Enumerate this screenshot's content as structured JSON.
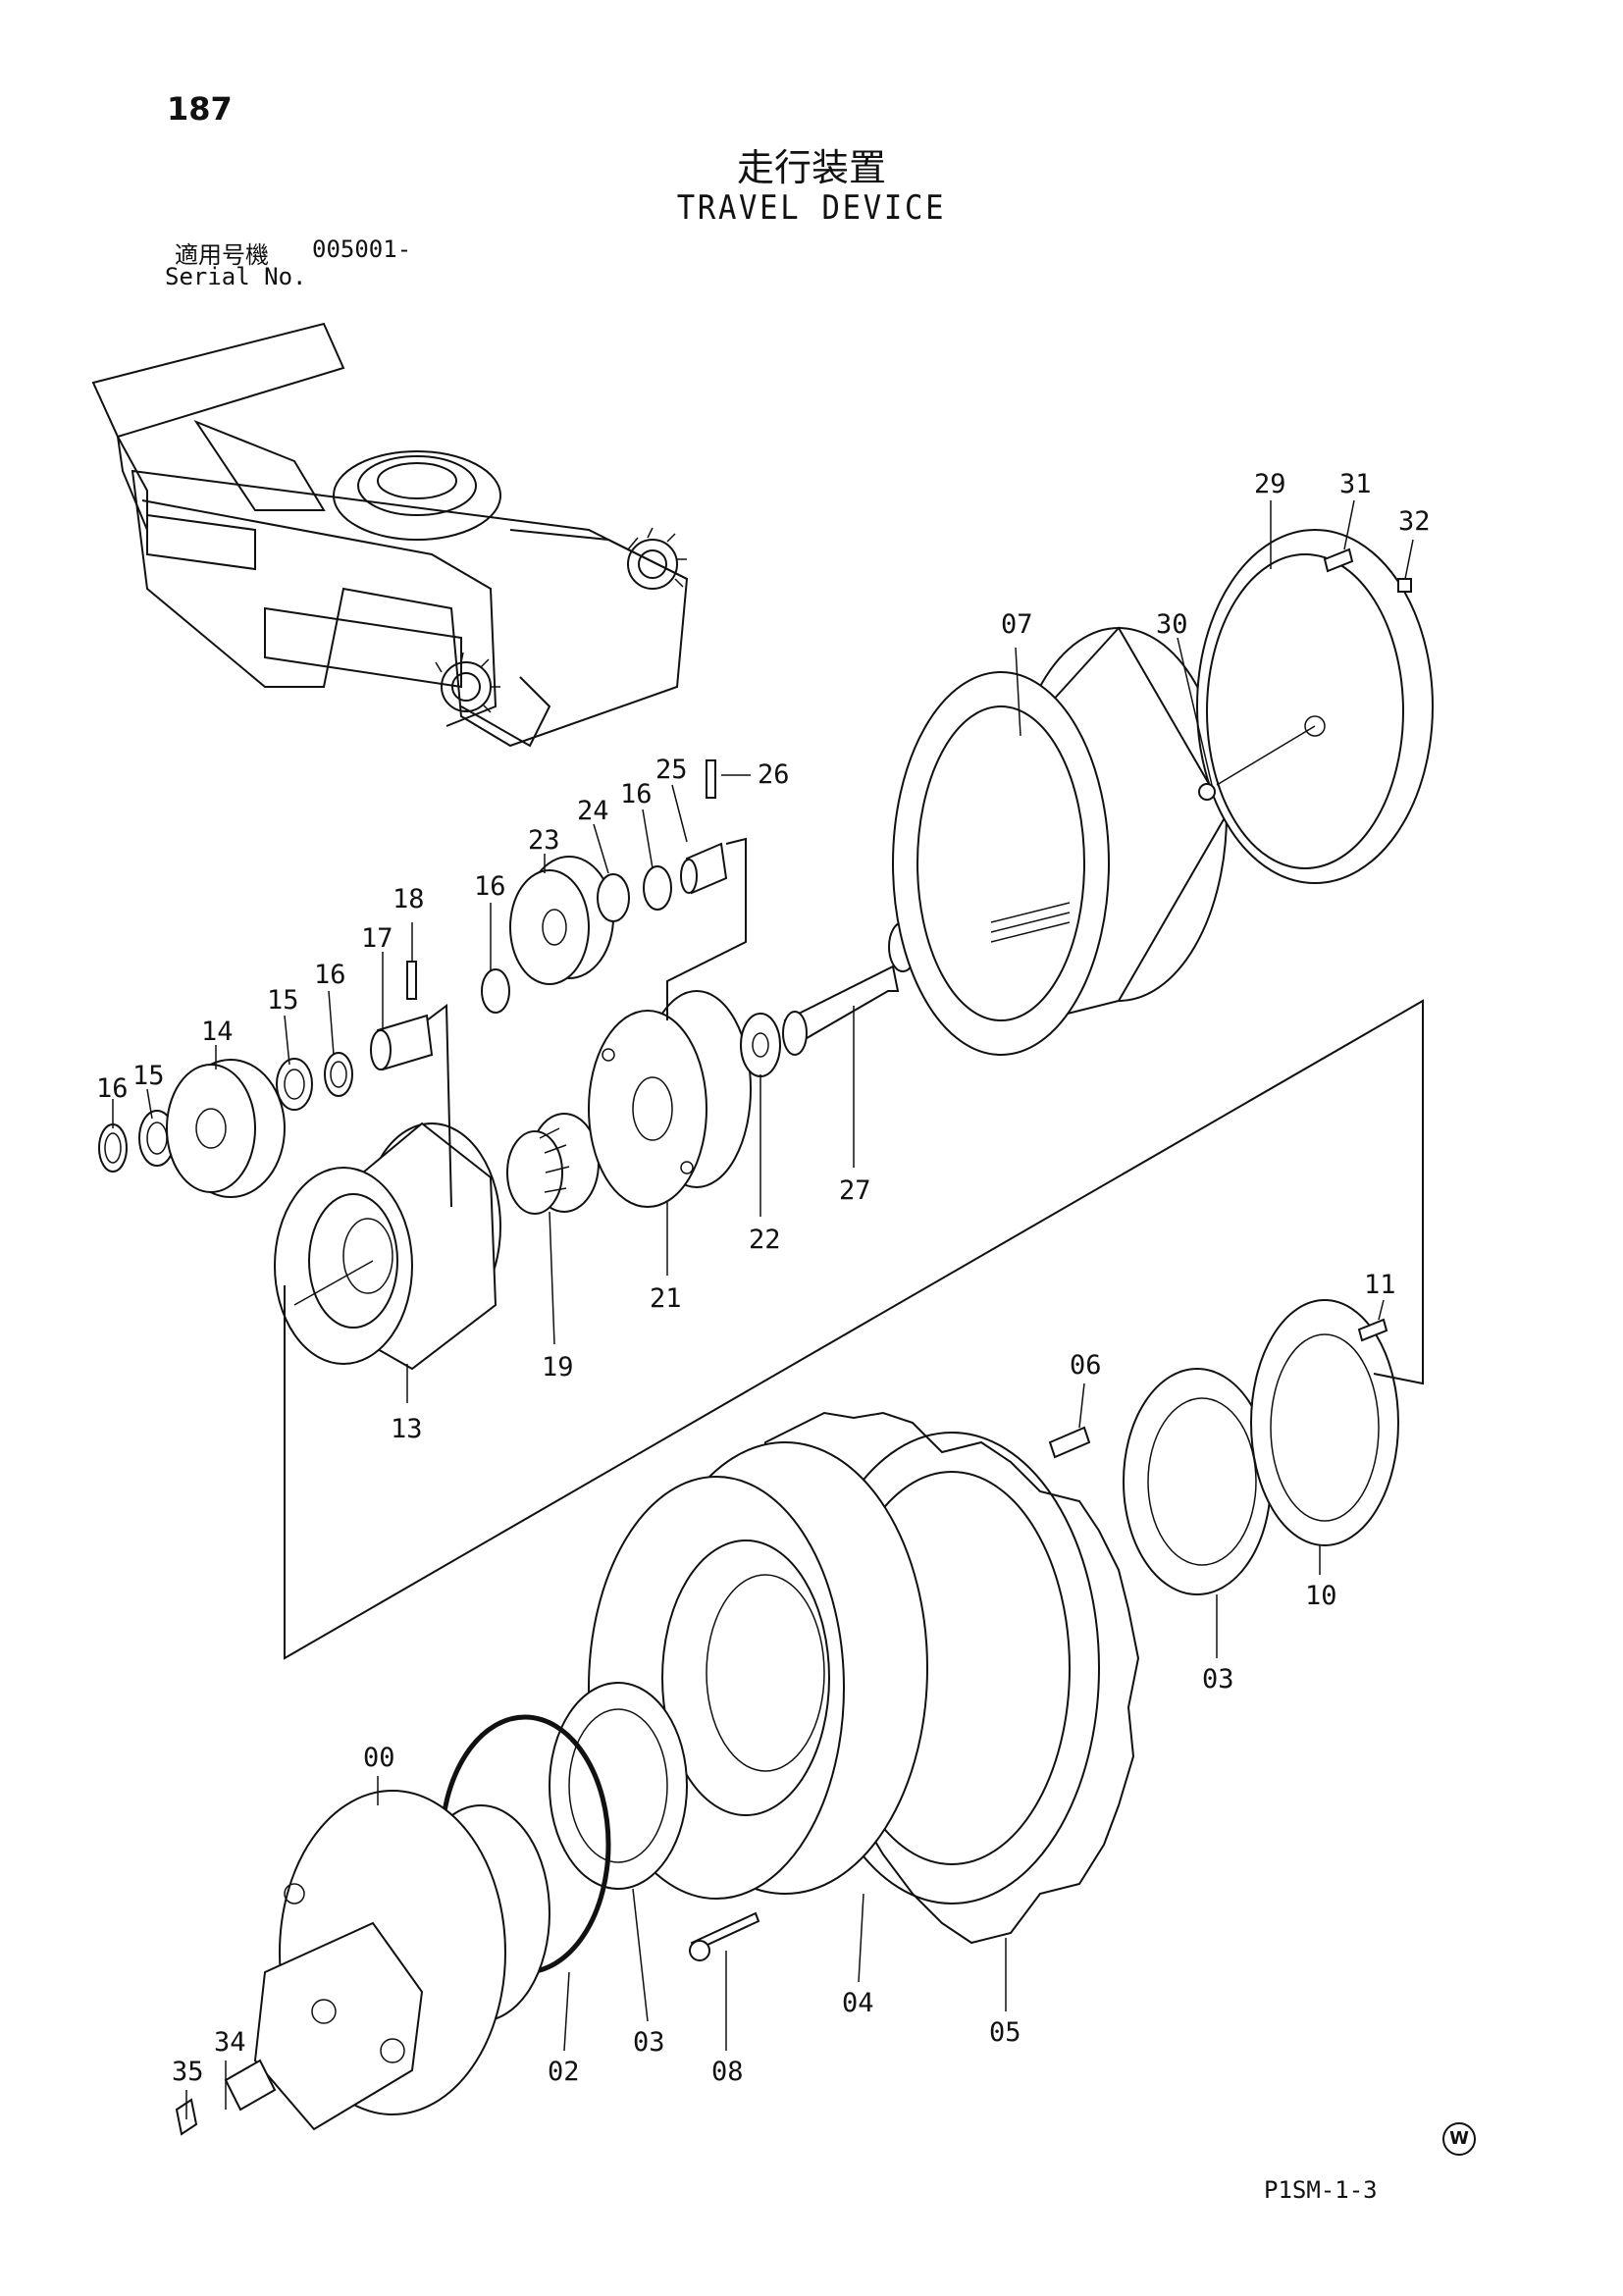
{
  "page_number": "187",
  "title_jp": "走行装置",
  "title_en": "TRAVEL DEVICE",
  "serial": {
    "label_jp": "適用号機",
    "value": "005001-",
    "label_en": "Serial No."
  },
  "parts": {
    "p00": "00",
    "p02": "02",
    "p03a": "03",
    "p03b": "03",
    "p04": "04",
    "p05": "05",
    "p06": "06",
    "p07": "07",
    "p08": "08",
    "p10": "10",
    "p11": "11",
    "p13": "13",
    "p14": "14",
    "p15a": "15",
    "p15b": "15",
    "p16a": "16",
    "p16b": "16",
    "p16c": "16",
    "p16d": "16",
    "p17": "17",
    "p18": "18",
    "p19": "19",
    "p21": "21",
    "p22": "22",
    "p23": "23",
    "p24": "24",
    "p25": "25",
    "p26": "26",
    "p27": "27",
    "p29": "29",
    "p30": "30",
    "p31": "31",
    "p32": "32",
    "p34": "34",
    "p35": "35"
  },
  "footer": {
    "code": "P1SM-1-3",
    "mark": "W"
  }
}
